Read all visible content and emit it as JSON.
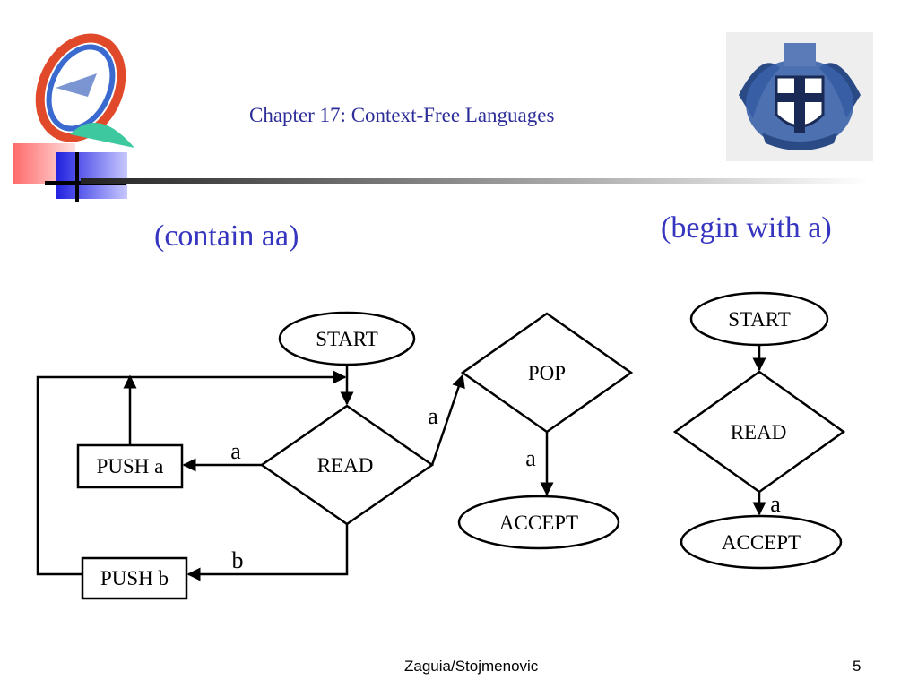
{
  "header": {
    "title": "Chapter 17: Context-Free Languages"
  },
  "left_diagram": {
    "caption": "(contain aa)",
    "nodes": {
      "start": "START",
      "read": "READ",
      "push_a": "PUSH a",
      "push_b": "PUSH b",
      "pop": "POP",
      "accept": "ACCEPT"
    },
    "edges": {
      "read_to_push_a": "a",
      "read_to_push_b": "b",
      "read_to_pop": "a",
      "pop_to_accept": "a"
    }
  },
  "right_diagram": {
    "caption": "(begin with a)",
    "nodes": {
      "start": "START",
      "read": "READ",
      "accept": "ACCEPT"
    },
    "edges": {
      "read_to_accept": "a"
    }
  },
  "footer": {
    "author": "Zaguia/Stojmenovic",
    "page_number": "5"
  },
  "colors": {
    "title": "#2d2d9a",
    "caption": "#3535c0",
    "line": "#000000"
  }
}
